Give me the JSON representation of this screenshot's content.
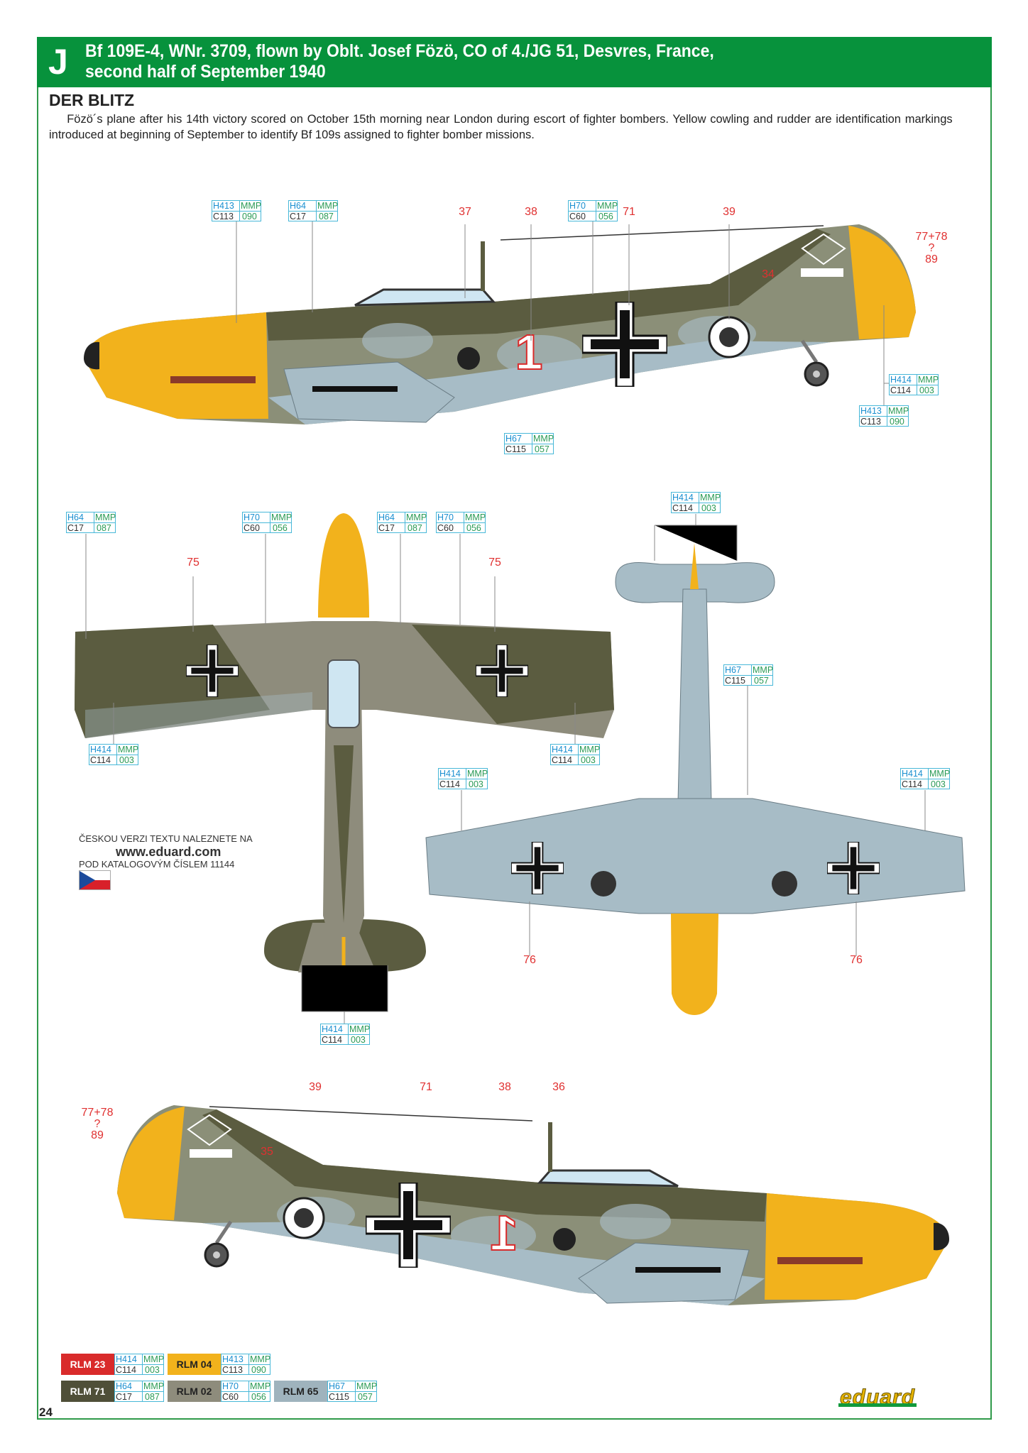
{
  "header": {
    "letter": "J",
    "title_line1": "Bf 109E-4, WNr. 3709, flown by Oblt. Josef Fözö, CO of 4./JG 51, Desvres, France,",
    "title_line2": "second half of September 1940"
  },
  "subtitle": "DER BLITZ",
  "description": "Fözö´s plane after his 14th victory scored on October 15th morning near London during escort of fighter bombers. Yellow cowling and rudder are identification markings introduced at beginning of September to identify Bf 109s assigned to fighter bomber missions.",
  "callouts": [
    {
      "h": "H413",
      "m": "MMP",
      "c": "C113",
      "n": "090"
    },
    {
      "h": "H64",
      "m": "MMP",
      "c": "C17",
      "n": "087"
    },
    {
      "h": "H70",
      "m": "MMP",
      "c": "C60",
      "n": "056"
    },
    {
      "h": "H414",
      "m": "MMP",
      "c": "C114",
      "n": "003"
    },
    {
      "h": "H413",
      "m": "MMP",
      "c": "C113",
      "n": "090"
    },
    {
      "h": "H67",
      "m": "MMP",
      "c": "C115",
      "n": "057"
    },
    {
      "h": "H64",
      "m": "MMP",
      "c": "C17",
      "n": "087"
    },
    {
      "h": "H70",
      "m": "MMP",
      "c": "C60",
      "n": "056"
    },
    {
      "h": "H64",
      "m": "MMP",
      "c": "C17",
      "n": "087"
    },
    {
      "h": "H70",
      "m": "MMP",
      "c": "C60",
      "n": "056"
    },
    {
      "h": "H414",
      "m": "MMP",
      "c": "C114",
      "n": "003"
    },
    {
      "h": "H414",
      "m": "MMP",
      "c": "C114",
      "n": "003"
    },
    {
      "h": "H414",
      "m": "MMP",
      "c": "C114",
      "n": "003"
    },
    {
      "h": "H414",
      "m": "MMP",
      "c": "C114",
      "n": "003"
    },
    {
      "h": "H67",
      "m": "MMP",
      "c": "C115",
      "n": "057"
    },
    {
      "h": "H414",
      "m": "MMP",
      "c": "C114",
      "n": "003"
    },
    {
      "h": "H414",
      "m": "MMP",
      "c": "C114",
      "n": "003"
    }
  ],
  "decal_numbers": [
    "37",
    "38",
    "71",
    "39",
    "77+78\n?\n89",
    "34",
    "75",
    "75",
    "76",
    "76",
    "39",
    "71",
    "38",
    "36",
    "77+78\n?\n89",
    "35"
  ],
  "czech_note": {
    "line1": "ČESKOU VERZI TEXTU NALEZNETE NA",
    "url": "www.eduard.com",
    "line2": "POD KATALOGOVÝM ČÍSLEM 11144"
  },
  "legend": [
    {
      "name": "RLM 23",
      "color": "#d92b2b",
      "text": "#ffffff",
      "h": "H414",
      "m": "MMP",
      "c": "C114",
      "n": "003"
    },
    {
      "name": "RLM 04",
      "color": "#f2b21c",
      "text": "#222222",
      "h": "H413",
      "m": "MMP",
      "c": "C113",
      "n": "090"
    },
    {
      "name": "RLM 71",
      "color": "#4f4f38",
      "text": "#ffffff",
      "h": "H64",
      "m": "MMP",
      "c": "C17",
      "n": "087"
    },
    {
      "name": "RLM 02",
      "color": "#8e8c7c",
      "text": "#222222",
      "h": "H70",
      "m": "MMP",
      "c": "C60",
      "n": "056"
    },
    {
      "name": "RLM 65",
      "color": "#9fb3bd",
      "text": "#222222",
      "h": "H67",
      "m": "MMP",
      "c": "C115",
      "n": "057"
    }
  ],
  "page_number": "24",
  "logo": "eduard",
  "colors": {
    "green": "#07923c",
    "yellow": "#f2b21c",
    "olive": "#5b5c40",
    "grey": "#8e8c7c",
    "blue": "#a7bcc6",
    "red": "#d92b2b"
  }
}
